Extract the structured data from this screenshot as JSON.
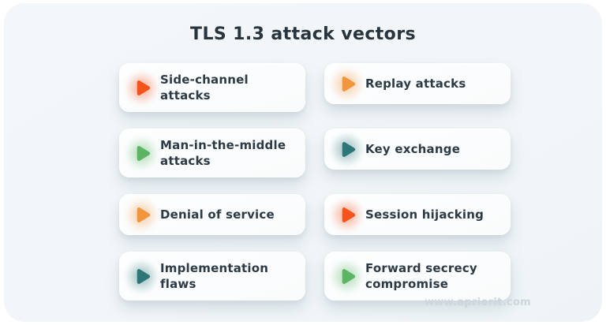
{
  "title": "TLS 1.3 attack vectors",
  "watermark": "www.apriorit.com",
  "colors": {
    "orange": "#f4531b",
    "amber": "#f2963d",
    "green": "#5bb563",
    "teal": "#2e7778",
    "panel_background": "#f3f7f9",
    "card_background": "#fbfdfe",
    "title_text": "#28343e",
    "label_text": "#2c3a46",
    "watermark_text": "#cdd6dc"
  },
  "cards": [
    {
      "label": "Side-channel attacks",
      "icon": "play-triangle-icon",
      "color": "orange"
    },
    {
      "label": "Replay attacks",
      "icon": "play-triangle-icon",
      "color": "amber"
    },
    {
      "label": "Man-in-the-middle attacks",
      "icon": "play-triangle-icon",
      "color": "green"
    },
    {
      "label": "Key exchange",
      "icon": "play-triangle-icon",
      "color": "teal"
    },
    {
      "label": "Denial of service",
      "icon": "play-triangle-icon",
      "color": "amber"
    },
    {
      "label": "Session hijacking",
      "icon": "play-triangle-icon",
      "color": "orange"
    },
    {
      "label": "Implementation flaws",
      "icon": "play-triangle-icon",
      "color": "teal"
    },
    {
      "label": "Forward secrecy compromise",
      "icon": "play-triangle-icon",
      "color": "green"
    }
  ]
}
